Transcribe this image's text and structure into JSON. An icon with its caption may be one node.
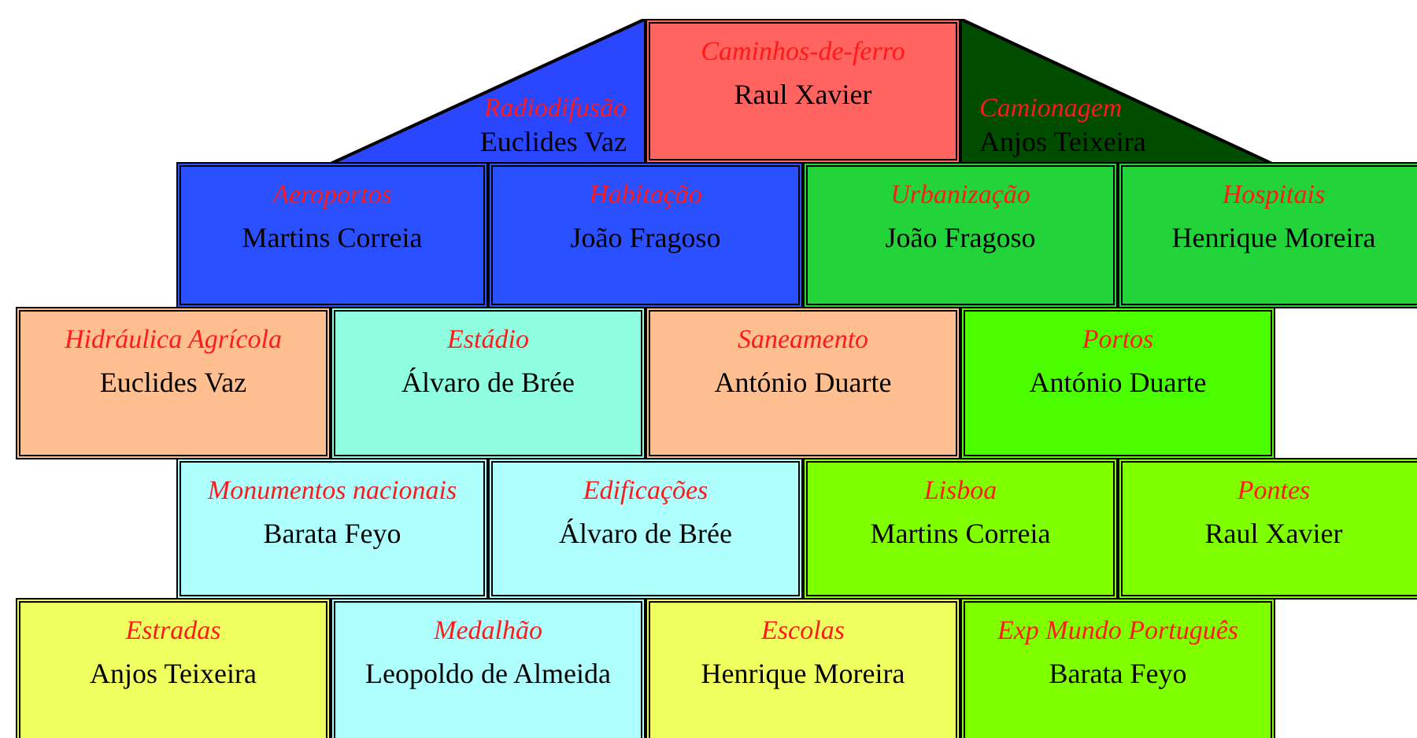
{
  "diagram": {
    "nodes": [
      {
        "text": [
          "Radiodifusão",
          "Euclides Vaz"
        ]
      },
      {
        "text": [
          "Caminhos-de-ferro",
          "Raul Xavier"
        ]
      },
      {
        "text": [
          "Camionagem",
          "Anjos Teixeira"
        ]
      },
      {
        "text": [
          "Aeroportos",
          "Martins Correia"
        ]
      },
      {
        "text": [
          "Habitação",
          "João Fragoso"
        ]
      },
      {
        "text": [
          "Urbanização",
          "João Fragoso"
        ]
      },
      {
        "text": [
          "Hospitais",
          "Henrique Moreira"
        ]
      },
      {
        "text": [
          "Hidráulica Agrícola",
          "Euclides Vaz"
        ]
      },
      {
        "text": [
          "Estádio",
          "Álvaro de Brée"
        ]
      },
      {
        "text": [
          "Saneamento",
          "António Duarte"
        ]
      },
      {
        "text": [
          "Portos",
          "António Duarte"
        ]
      },
      {
        "text": [
          "Monumentos nacionais",
          "Barata Feyo"
        ]
      },
      {
        "text": [
          "Edificações",
          "Álvaro de Brée"
        ]
      },
      {
        "text": [
          "Lisboa",
          "Martins Correia"
        ]
      },
      {
        "text": [
          "Pontes",
          "Raul Xavier"
        ]
      },
      {
        "text": [
          "Estradas",
          "Anjos Teixeira"
        ]
      },
      {
        "text": [
          "Medalhão",
          "Leopoldo de Almeida"
        ]
      },
      {
        "text": [
          "Escolas",
          "Henrique Moreira"
        ]
      },
      {
        "text": [
          "Exp Mundo Português",
          "Barata Feyo"
        ]
      }
    ]
  }
}
